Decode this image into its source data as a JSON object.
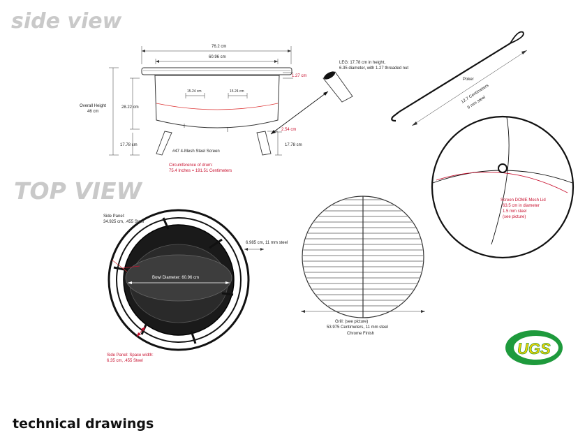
{
  "headers": {
    "side_view": "side view",
    "top_view": "TOP VIEW"
  },
  "side": {
    "width_outer": "76.2 cm",
    "width_inner": "60.96 cm",
    "rim_height": "1.27 cm",
    "overall_height_title": "Overall Height",
    "overall_height_value": "46 cm",
    "drum_height": "28.22 cm",
    "vent_left": "15.24 cm",
    "vent_right": "15.24 cm",
    "leg_height_left": "17.78 cm",
    "leg_height_right": "17.78 cm",
    "leg_offset": "2.54 cm",
    "mesh_screen": "#47 4-Mesh Steel Screen",
    "circumference_title": "Circumference of drum:",
    "circumference_value": "75.4 Inches = 191.51 Centimeters",
    "leg_line1": "LEG: 17.78 cm in height,",
    "leg_line2": "6.35 diameter, with 1.27 threaded nut"
  },
  "poker": {
    "title": "Poker",
    "line1": "12.7 Centimeters",
    "line2": "9 mm steel"
  },
  "lid": {
    "line1": "Screen DOME Mesh Lid",
    "line2": "63.5 cm in diameter",
    "line3": "1.5 mm steel",
    "line4": "(see picture)"
  },
  "top": {
    "side_panel_title": "Side Panel:",
    "side_panel_value": "34.925 cm, .455 Steel",
    "panel_gap": "6.985 cm, 11 mm steel",
    "bowl_diameter": "Bowl Diameter: 60.96 cm",
    "space_title": "Side Panel: Space width:",
    "space_value": "6.35 cm, .455 Steel"
  },
  "grill": {
    "line1": "Grill: (see picture)",
    "line2": "53.975 Centimeters, 11 mm steel",
    "line3": "Chrome Finish"
  },
  "logo": {
    "text": "UGS"
  },
  "footer": {
    "title": "technical drawings"
  },
  "colors": {
    "red": "#c8102e",
    "logo_green": "#1e9a3c",
    "logo_yellow": "#f4d000",
    "header_gray": "#c9c9c9"
  }
}
